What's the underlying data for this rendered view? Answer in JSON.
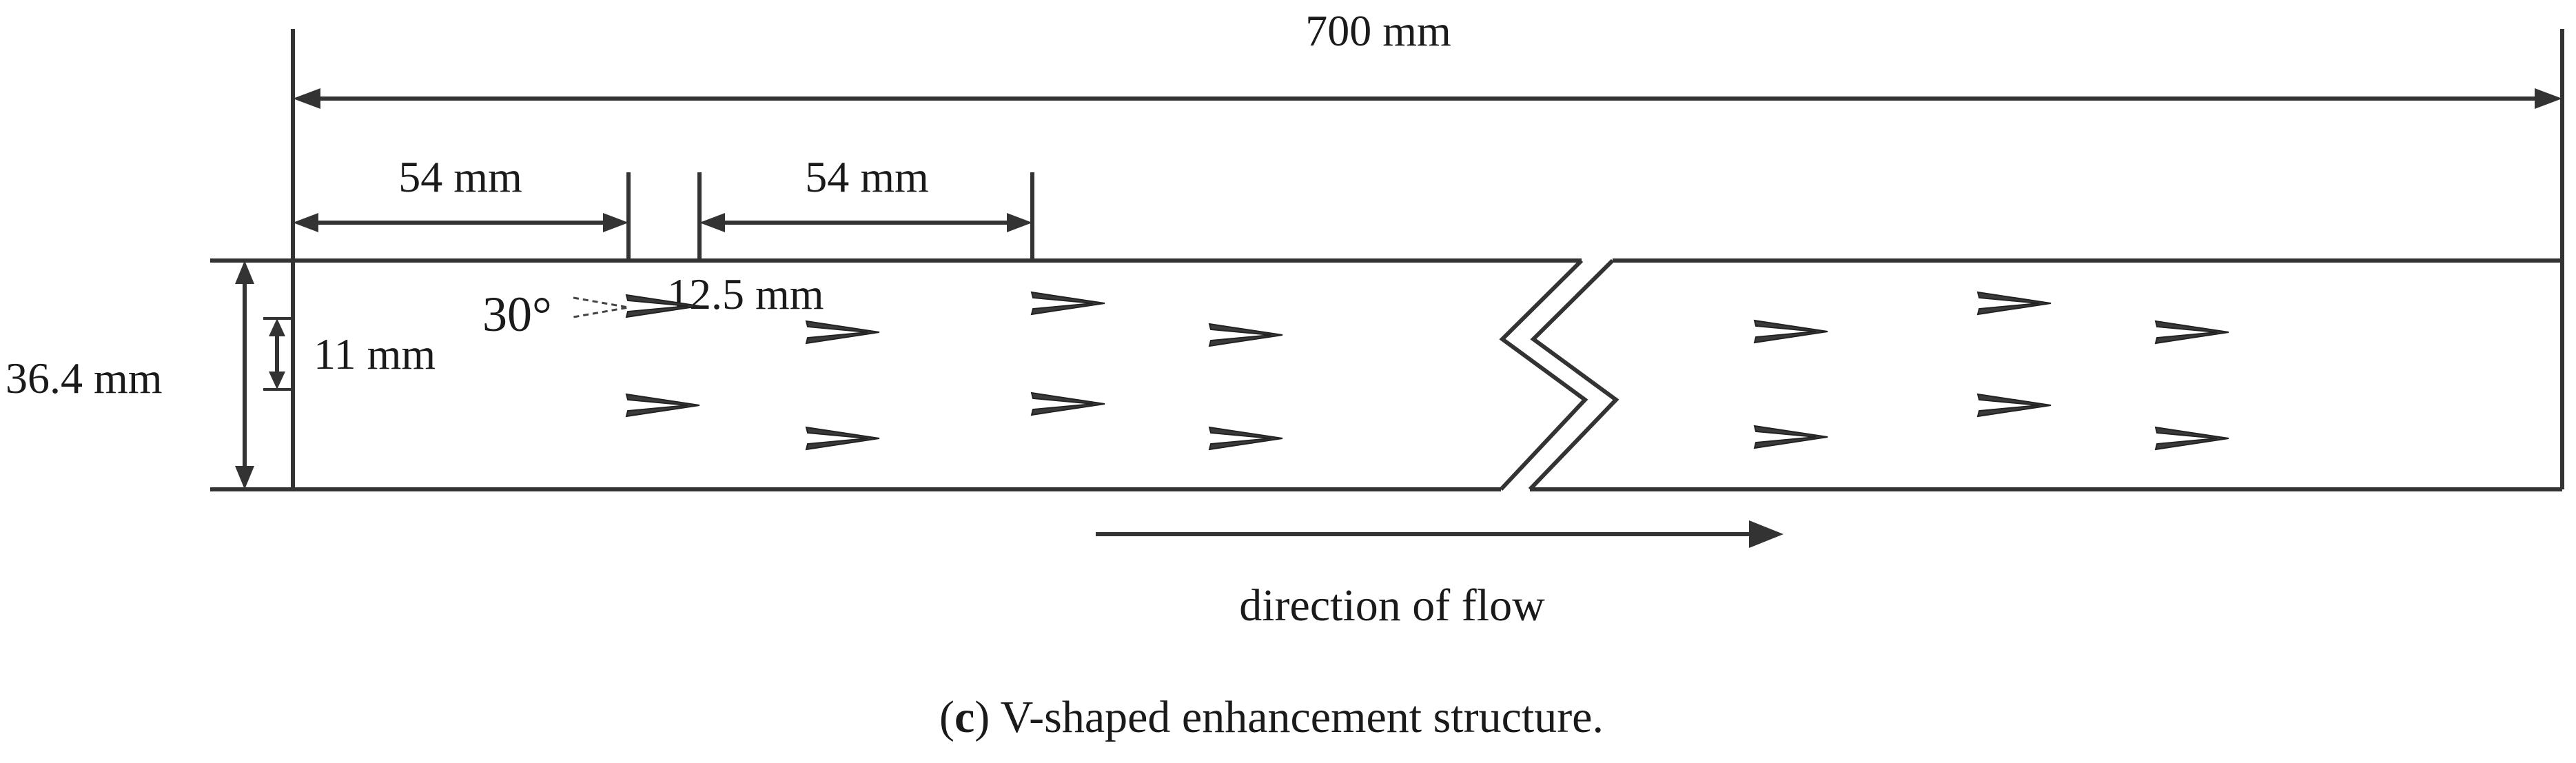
{
  "dimensions": {
    "total_length": "700 mm",
    "first_spacing": "54 mm",
    "second_spacing": "54 mm",
    "height": "36.4 mm",
    "row_gap": "11 mm",
    "element_length": "12.5 mm",
    "angle": "30°"
  },
  "flow": {
    "label": "direction of flow"
  },
  "caption": {
    "letter": "c",
    "text": " V-shaped enhancement structure."
  },
  "colors": {
    "line": "#333333",
    "marker": "#3a3a3a"
  }
}
